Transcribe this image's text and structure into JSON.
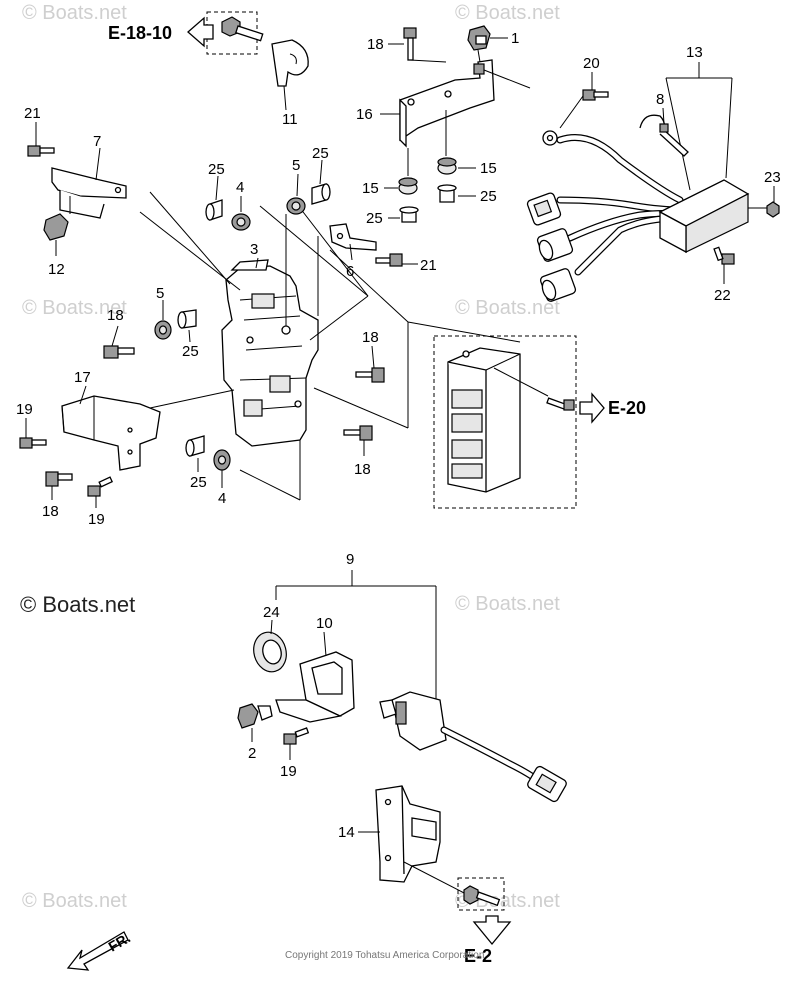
{
  "watermarks": {
    "site": "© Boats.net",
    "prominent": "© Boats.net"
  },
  "copyright": "Copyright 2019 Tohatsu America Corporation",
  "refs": {
    "e18": "E-18-10",
    "e20": "E-20",
    "e2": "E-2"
  },
  "front_label": "FR.",
  "callouts": {
    "c1": "1",
    "c2": "2",
    "c3": "3",
    "c4a": "4",
    "c4b": "4",
    "c5a": "5",
    "c5b": "5",
    "c6": "6",
    "c7": "7",
    "c8": "8",
    "c9": "9",
    "c10": "10",
    "c11": "11",
    "c12": "12",
    "c13": "13",
    "c14": "14",
    "c15a": "15",
    "c15b": "15",
    "c16": "16",
    "c17": "17",
    "c18a": "18",
    "c18b": "18",
    "c18c": "18",
    "c18d": "18",
    "c18e": "18",
    "c19a": "19",
    "c19b": "19",
    "c19c": "19",
    "c20": "20",
    "c21a": "21",
    "c21b": "21",
    "c22": "22",
    "c23": "23",
    "c24": "24",
    "c25a": "25",
    "c25b": "25",
    "c25c": "25",
    "c25d": "25",
    "c25e": "25",
    "c25f": "25"
  }
}
